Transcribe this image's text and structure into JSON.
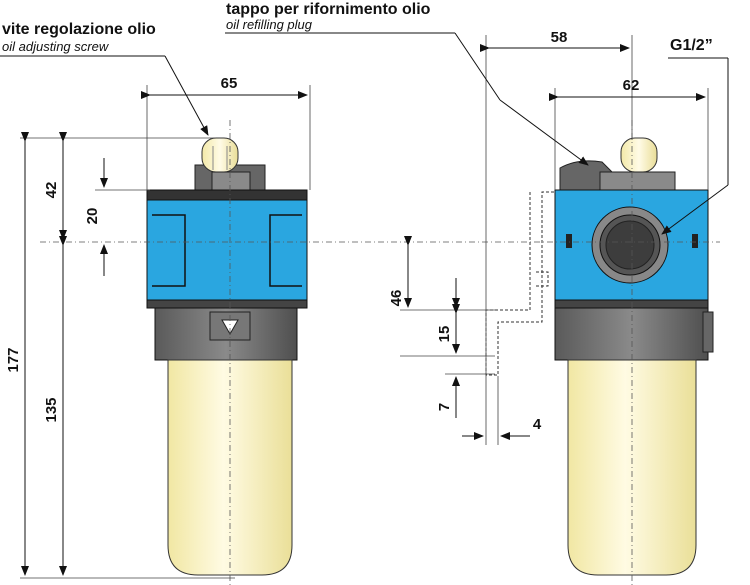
{
  "labels": {
    "screw_it": "vite regolazione olio",
    "screw_en": "oil adjusting screw",
    "plug_it": "tappo per rifornimento olio",
    "plug_en": "oil refilling plug",
    "port": "G1/2”"
  },
  "dimensions": {
    "w65": "65",
    "w58": "58",
    "w62": "62",
    "h42": "42",
    "h20": "20",
    "h177": "177",
    "h135": "135",
    "h46": "46",
    "h15": "15",
    "h7": "7",
    "w4": "4"
  },
  "colors": {
    "body_blue": "#2aa6e0",
    "bowl_yellow": "#f4edb0",
    "dark_gray": "#555555",
    "mid_gray": "#7a7a7a"
  }
}
